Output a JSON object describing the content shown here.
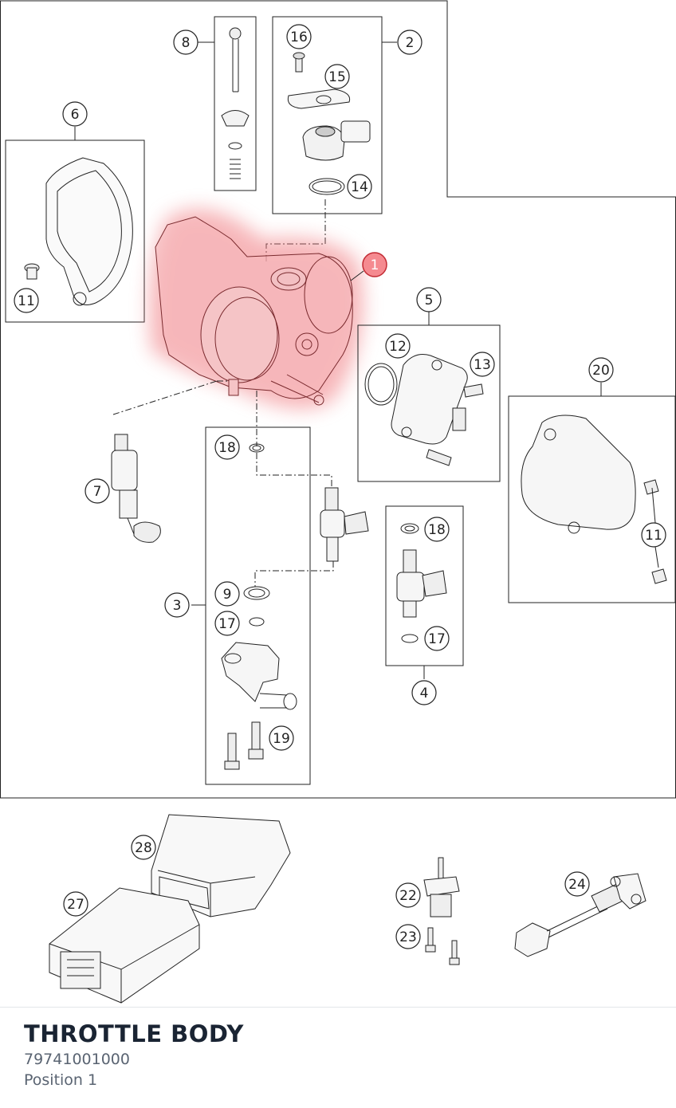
{
  "part": {
    "title": "THROTTLE BODY",
    "number": "79741001000",
    "position": "Position 1"
  },
  "colors": {
    "line": "#222222",
    "highlight": "#ee3340",
    "highlight_fill": "#f08a8f",
    "title": "#1a2433",
    "subtle": "#5a6472"
  },
  "callouts": {
    "c1": "1",
    "c2": "2",
    "c3": "3",
    "c4": "4",
    "c5": "5",
    "c6": "6",
    "c7": "7",
    "c8": "8",
    "c9": "9",
    "c11a": "11",
    "c11b": "11",
    "c12": "12",
    "c13": "13",
    "c14": "14",
    "c15": "15",
    "c16": "16",
    "c17a": "17",
    "c17b": "17",
    "c18a": "18",
    "c18b": "18",
    "c19": "19",
    "c20": "20",
    "c22": "22",
    "c23": "23",
    "c24": "24",
    "c27": "27",
    "c28": "28"
  },
  "selected_callout": "1"
}
